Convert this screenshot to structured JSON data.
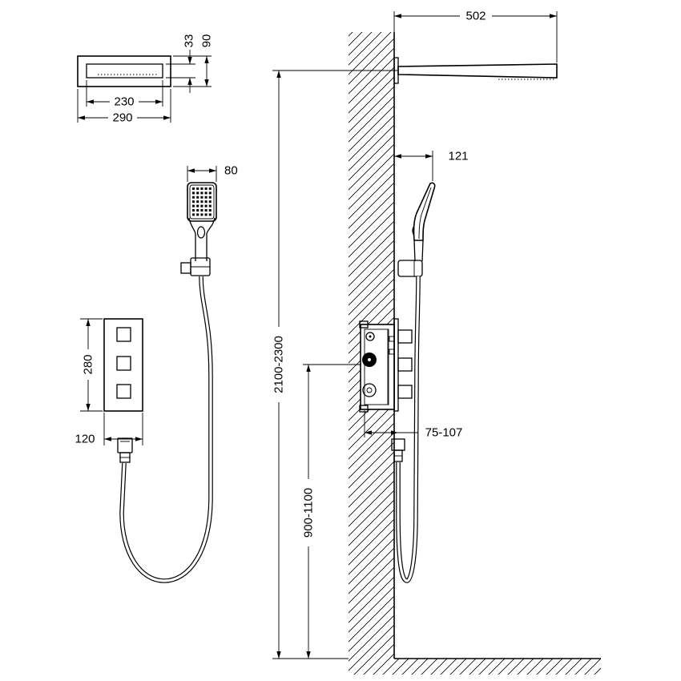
{
  "dimensions": {
    "overhead_projection": "502",
    "overhead_inner_height": "33",
    "overhead_outer_height": "90",
    "overhead_inner_width": "230",
    "overhead_outer_width": "290",
    "hand_shower_width": "80",
    "hand_shower_offset": "121",
    "mixer_height": "280",
    "mixer_width": "120",
    "mixer_depth": "75-107",
    "overhead_mounting_height": "2100-2300",
    "mixer_mounting_height": "900-1100"
  },
  "colors": {
    "line": "#000000",
    "background": "#ffffff"
  }
}
